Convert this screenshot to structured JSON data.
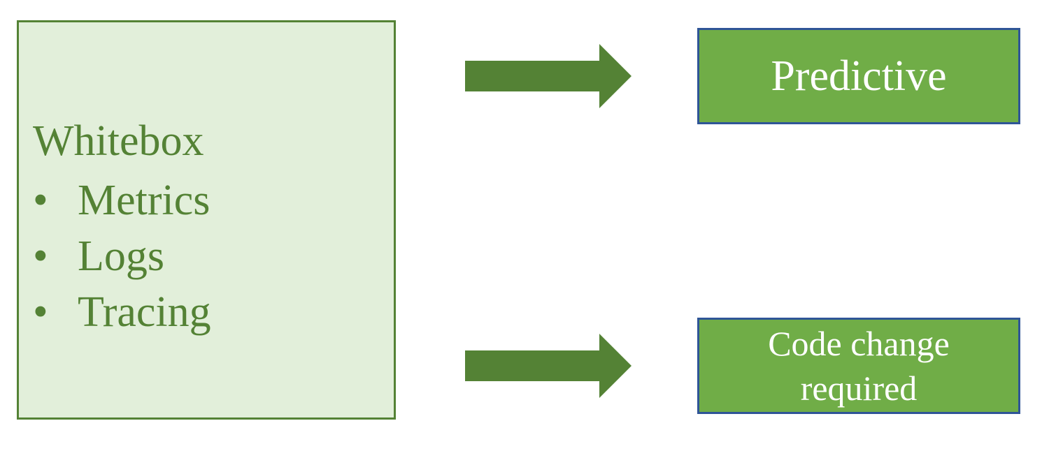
{
  "left_box": {
    "title": "Whitebox",
    "items": [
      "Metrics",
      "Logs",
      "Tracing"
    ]
  },
  "right_boxes": [
    {
      "label": "Predictive"
    },
    {
      "label": "Code change required"
    }
  ],
  "colors": {
    "dark_green": "#548235",
    "light_green": "#e2efda",
    "box_green": "#70ad47",
    "box_border": "#2f5597"
  }
}
